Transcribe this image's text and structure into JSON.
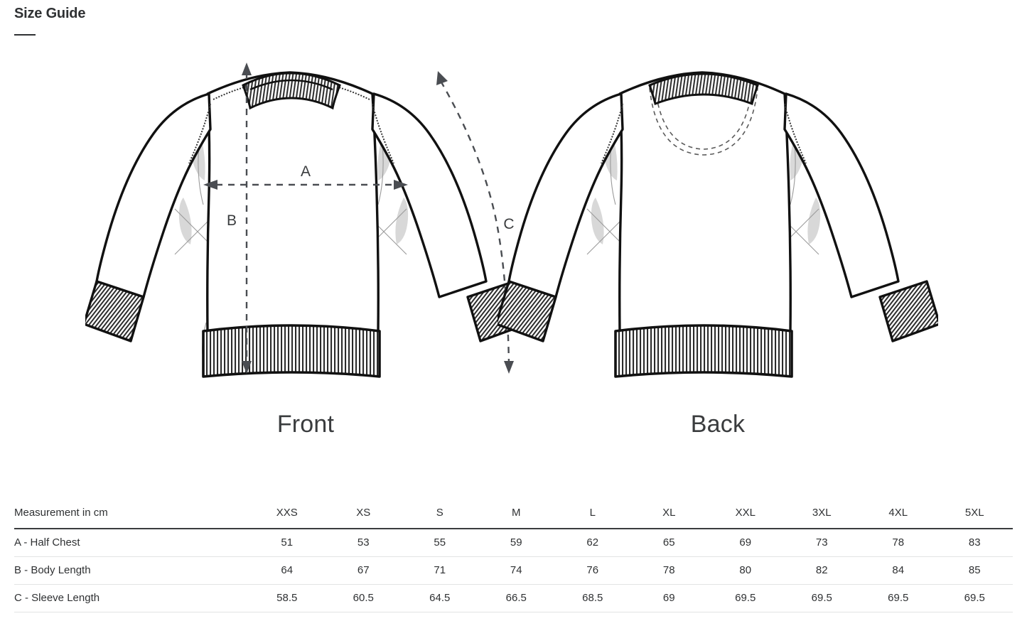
{
  "header": {
    "title": "Size Guide"
  },
  "figures": [
    {
      "caption": "Front",
      "view": "front"
    },
    {
      "caption": "Back",
      "view": "back"
    }
  ],
  "measurement_marks": {
    "a": "A",
    "b": "B",
    "c": "C"
  },
  "table": {
    "measurement_header_bold": "Measurement",
    "measurement_header_unit": " in cm",
    "sizes": [
      "XXS",
      "XS",
      "S",
      "M",
      "L",
      "XL",
      "XXL",
      "3XL",
      "4XL",
      "5XL"
    ],
    "rows": [
      {
        "label": "A - Half Chest",
        "values": [
          "51",
          "53",
          "55",
          "59",
          "62",
          "65",
          "69",
          "73",
          "78",
          "83"
        ]
      },
      {
        "label": "B - Body Length",
        "values": [
          "64",
          "67",
          "71",
          "74",
          "76",
          "78",
          "80",
          "82",
          "84",
          "85"
        ]
      },
      {
        "label": "C - Sleeve Length",
        "values": [
          "58.5",
          "60.5",
          "64.5",
          "66.5",
          "68.5",
          "69",
          "69.5",
          "69.5",
          "69.5",
          "69.5"
        ]
      }
    ]
  },
  "colors": {
    "text": "#2f3133",
    "rule": "#3a3c3e",
    "row_divider": "#e2e3e4",
    "ink": "#111111",
    "shade": "#cfcfcf",
    "background": "#ffffff"
  }
}
